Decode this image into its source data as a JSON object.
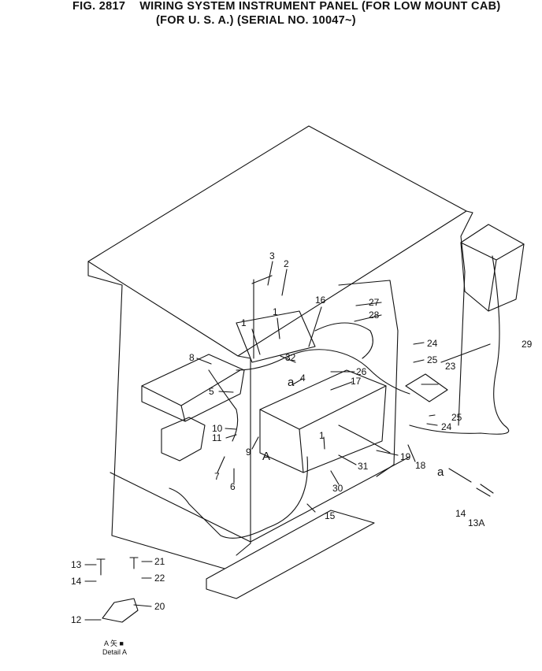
{
  "figure": {
    "number": "FIG. 2817",
    "title": "WIRING SYSTEM INSTRUMENT PANEL (FOR LOW MOUNT CAB)",
    "subtitle": "(FOR U. S. A.) (SERIAL NO. 10047~)"
  },
  "callouts": [
    {
      "id": "c3",
      "text": "3"
    },
    {
      "id": "c2",
      "text": "2"
    },
    {
      "id": "c16",
      "text": "16"
    },
    {
      "id": "c27",
      "text": "27"
    },
    {
      "id": "c28",
      "text": "28"
    },
    {
      "id": "c1a",
      "text": "1"
    },
    {
      "id": "c1b",
      "text": "1"
    },
    {
      "id": "c24a",
      "text": "24"
    },
    {
      "id": "c29",
      "text": "29"
    },
    {
      "id": "c8",
      "text": "8"
    },
    {
      "id": "c32",
      "text": "32"
    },
    {
      "id": "ca1",
      "text": "a"
    },
    {
      "id": "c4",
      "text": "4"
    },
    {
      "id": "c25a",
      "text": "25"
    },
    {
      "id": "c23",
      "text": "23"
    },
    {
      "id": "c26",
      "text": "26"
    },
    {
      "id": "c17",
      "text": "17"
    },
    {
      "id": "c5",
      "text": "5"
    },
    {
      "id": "c25b",
      "text": "25"
    },
    {
      "id": "c24b",
      "text": "24"
    },
    {
      "id": "c10",
      "text": "10"
    },
    {
      "id": "c11",
      "text": "11"
    },
    {
      "id": "c1c",
      "text": "1"
    },
    {
      "id": "c9",
      "text": "9"
    },
    {
      "id": "cA",
      "text": "A"
    },
    {
      "id": "c19",
      "text": "19"
    },
    {
      "id": "c31",
      "text": "31"
    },
    {
      "id": "c18",
      "text": "18"
    },
    {
      "id": "c7",
      "text": "7"
    },
    {
      "id": "c6",
      "text": "6"
    },
    {
      "id": "c30",
      "text": "30"
    },
    {
      "id": "ca2",
      "text": "a"
    },
    {
      "id": "c15",
      "text": "15"
    },
    {
      "id": "c14a",
      "text": "14"
    },
    {
      "id": "c13A",
      "text": "13A"
    },
    {
      "id": "c13",
      "text": "13"
    },
    {
      "id": "c21",
      "text": "21"
    },
    {
      "id": "c14b",
      "text": "14"
    },
    {
      "id": "c22",
      "text": "22"
    },
    {
      "id": "c20",
      "text": "20"
    },
    {
      "id": "c12",
      "text": "12"
    }
  ],
  "detail": {
    "line1": "A 矢 ■",
    "line2": "Detail A"
  }
}
